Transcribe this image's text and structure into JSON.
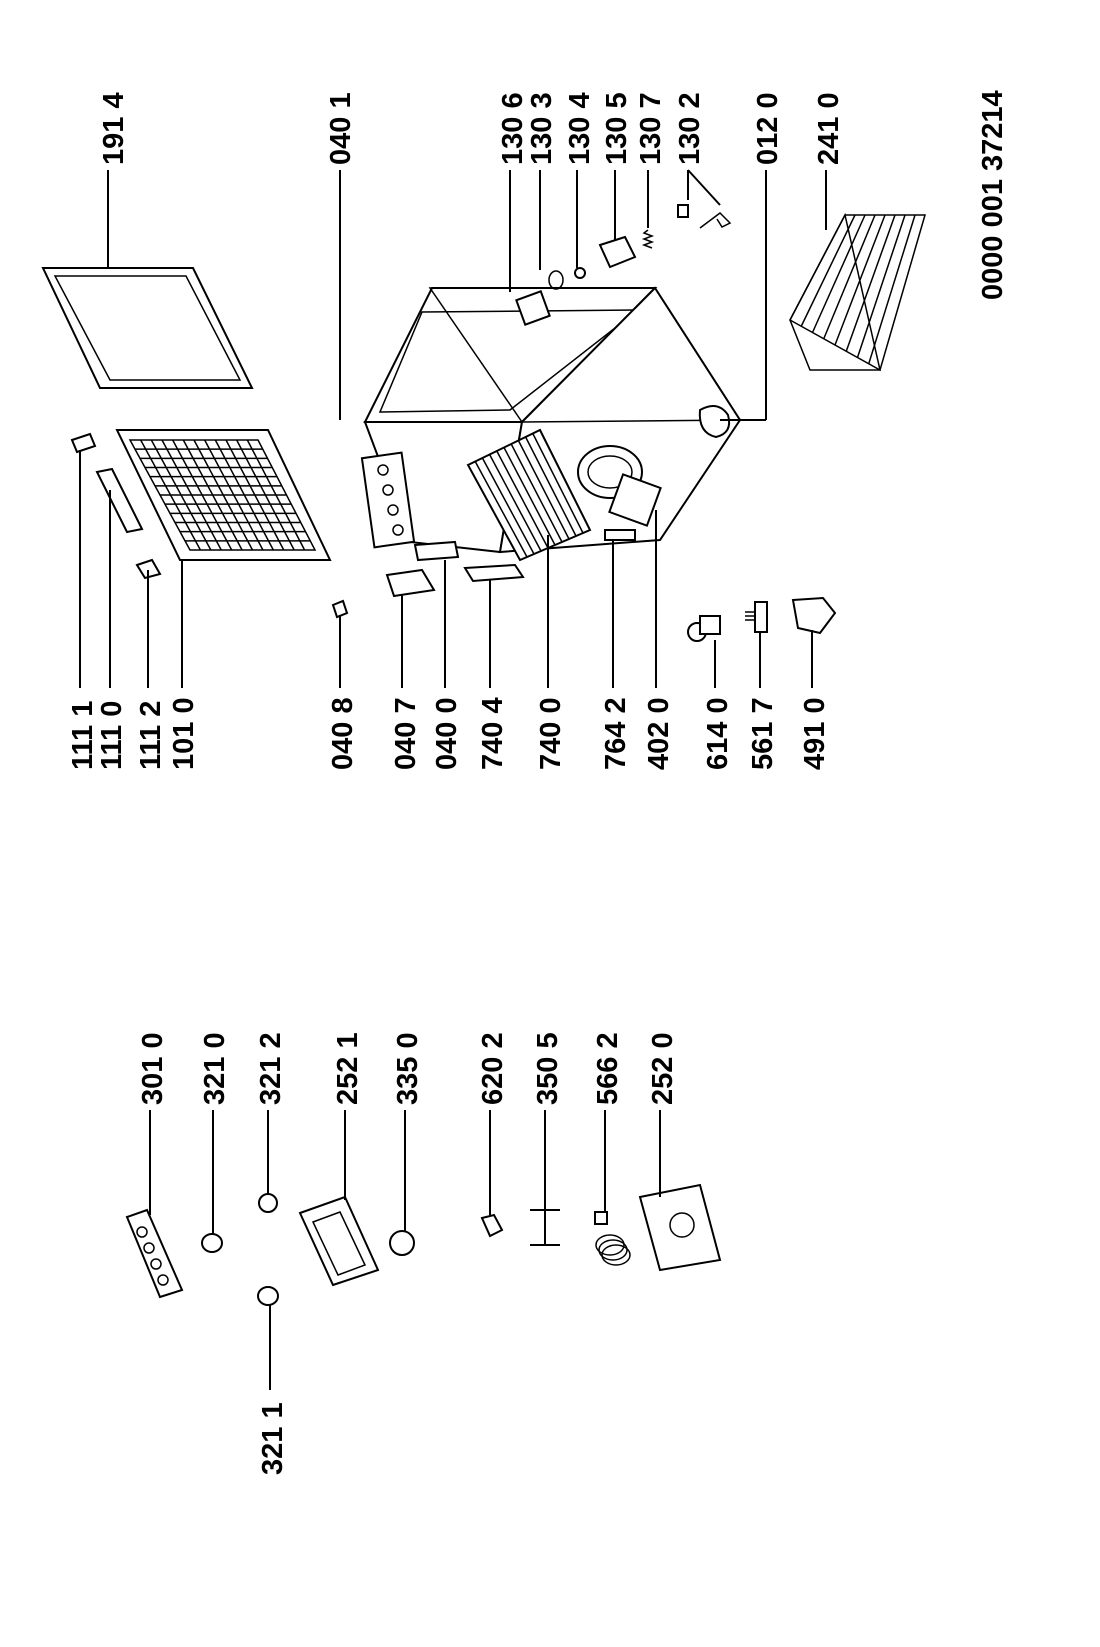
{
  "document_id": "0000 001 37214",
  "parts": [
    {
      "id": "p1914",
      "label": "191 4"
    },
    {
      "id": "p0401",
      "label": "040 1"
    },
    {
      "id": "p1306",
      "label": "130 6"
    },
    {
      "id": "p1303",
      "label": "130 3"
    },
    {
      "id": "p1304",
      "label": "130 4"
    },
    {
      "id": "p1305",
      "label": "130 5"
    },
    {
      "id": "p1307",
      "label": "130 7"
    },
    {
      "id": "p1302",
      "label": "130 2"
    },
    {
      "id": "p0120",
      "label": "012 0"
    },
    {
      "id": "p2410",
      "label": "241 0"
    },
    {
      "id": "p1111",
      "label": "111 1"
    },
    {
      "id": "p1110",
      "label": "111 0"
    },
    {
      "id": "p1112",
      "label": "111 2"
    },
    {
      "id": "p1010",
      "label": "101 0"
    },
    {
      "id": "p0408",
      "label": "040 8"
    },
    {
      "id": "p0407",
      "label": "040 7"
    },
    {
      "id": "p0400",
      "label": "040 0"
    },
    {
      "id": "p7404",
      "label": "740 4"
    },
    {
      "id": "p7400",
      "label": "740 0"
    },
    {
      "id": "p7642",
      "label": "764 2"
    },
    {
      "id": "p4020",
      "label": "402 0"
    },
    {
      "id": "p6140",
      "label": "614 0"
    },
    {
      "id": "p5617",
      "label": "561 7"
    },
    {
      "id": "p4910",
      "label": "491 0"
    },
    {
      "id": "p3010",
      "label": "301 0"
    },
    {
      "id": "p3210",
      "label": "321 0"
    },
    {
      "id": "p3212",
      "label": "321 2"
    },
    {
      "id": "p2521",
      "label": "252 1"
    },
    {
      "id": "p3350",
      "label": "335 0"
    },
    {
      "id": "p6202",
      "label": "620 2"
    },
    {
      "id": "p3505",
      "label": "350 5"
    },
    {
      "id": "p5662",
      "label": "566 2"
    },
    {
      "id": "p2520",
      "label": "252 0"
    },
    {
      "id": "p3211",
      "label": "321 1"
    }
  ]
}
